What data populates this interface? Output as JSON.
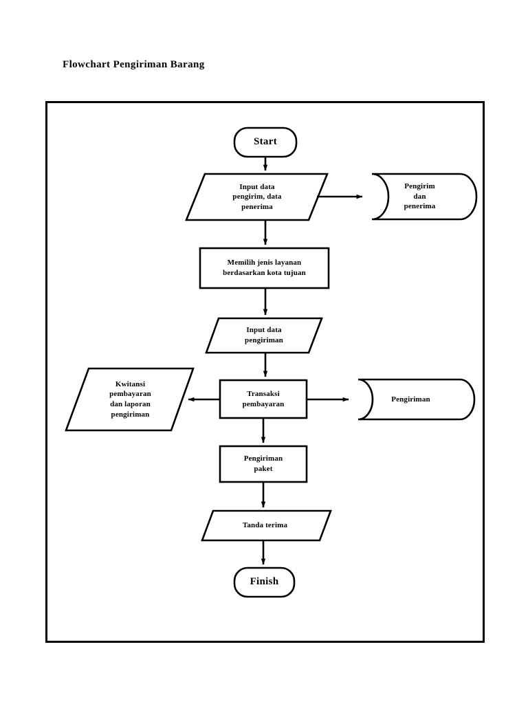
{
  "document": {
    "title": "Flowchart Pengiriman Barang"
  },
  "chart_data": {
    "type": "flowchart",
    "title": "Flowchart Pengiriman Barang",
    "orientation": "top-to-bottom",
    "nodes": [
      {
        "id": "start",
        "shape": "terminator",
        "label": "Start"
      },
      {
        "id": "input1",
        "shape": "parallelogram",
        "label": "Input data\npengirim, data\npenerima"
      },
      {
        "id": "db1",
        "shape": "database",
        "label": "Pengirim\ndan\npenerima"
      },
      {
        "id": "process1",
        "shape": "process",
        "label": "Memilih jenis layanan\nberdasarkan kota tujuan"
      },
      {
        "id": "input2",
        "shape": "parallelogram",
        "label": "Input data\npengiriman"
      },
      {
        "id": "output1",
        "shape": "parallelogram",
        "label": "Kwitansi\npembayaran\ndan laporan\npengiriman"
      },
      {
        "id": "process2",
        "shape": "process",
        "label": "Transaksi\npembayaran"
      },
      {
        "id": "db2",
        "shape": "database",
        "label": "Pengiriman"
      },
      {
        "id": "process3",
        "shape": "process",
        "label": "Pengiriman\npaket"
      },
      {
        "id": "output2",
        "shape": "parallelogram",
        "label": "Tanda terima"
      },
      {
        "id": "finish",
        "shape": "terminator",
        "label": "Finish"
      }
    ],
    "edges": [
      {
        "from": "start",
        "to": "input1",
        "direction": "down"
      },
      {
        "from": "input1",
        "to": "db1",
        "direction": "right"
      },
      {
        "from": "input1",
        "to": "process1",
        "direction": "down"
      },
      {
        "from": "process1",
        "to": "input2",
        "direction": "down"
      },
      {
        "from": "input2",
        "to": "process2",
        "direction": "down"
      },
      {
        "from": "process2",
        "to": "output1",
        "direction": "left"
      },
      {
        "from": "process2",
        "to": "db2",
        "direction": "right"
      },
      {
        "from": "process2",
        "to": "process3",
        "direction": "down"
      },
      {
        "from": "process3",
        "to": "output2",
        "direction": "down"
      },
      {
        "from": "output2",
        "to": "finish",
        "direction": "down"
      }
    ],
    "colors": {
      "stroke": "#000000",
      "fill": "#ffffff",
      "text": "#000000",
      "frame": "#000000"
    }
  }
}
